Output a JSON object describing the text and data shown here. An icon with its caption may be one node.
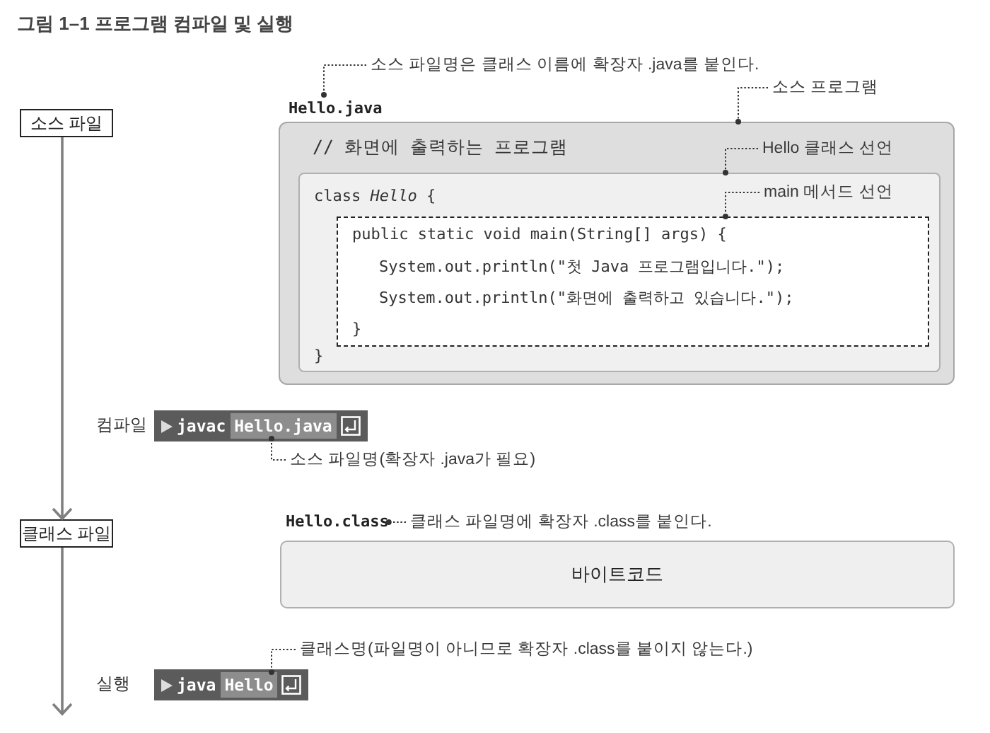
{
  "diagram": {
    "title": "그림 1–1 프로그램 컴파일 및 실행",
    "nodes": [
      {
        "text": [
          "소스 파일명은 클래스 이름에 확장자 .java를 붙인다."
        ]
      },
      {
        "text": [
          "소스 프로그램"
        ]
      },
      {
        "text": [
          "Hello.java"
        ]
      },
      {
        "text": [
          "소스 파일"
        ]
      },
      {
        "text": [
          "// 화면에 출력하는 프로그램"
        ]
      },
      {
        "text": [
          "Hello 클래스 선언"
        ],
        "in": 4
      },
      {
        "text": [
          "class *Hello* {",
          "}"
        ],
        "in": 4
      },
      {
        "text": [
          "main 메서드 선언"
        ],
        "in": 6
      },
      {
        "text": [
          "public static void main(String[] args) {",
          "System.out.println(\"첫 Java 프로그램입니다.\");",
          "System.out.println(\"화면에 출력하고 있습니다.\");",
          "}"
        ],
        "in": 6
      },
      {
        "text": [
          "javac"
        ],
        "beside": [
          "컴파일"
        ]
      },
      {
        "text": [
          "Hello.java"
        ],
        "in": 9
      },
      {
        "text": [
          "소스 파일명(확장자 .java가 필요)"
        ]
      },
      {
        "text": [
          "클래스 파일"
        ]
      },
      {
        "text": [
          "Hello.class"
        ]
      },
      {
        "text": [
          "클래스 파일명에 확장자 .class를 붙인다."
        ]
      },
      {
        "text": [
          "바이트코드"
        ]
      },
      {
        "text": [
          "클래스명(파일명이 아니므로 확장자 .class를 붙이지 않는다.)"
        ]
      },
      {
        "text": [
          "java"
        ],
        "beside": [
          "실행"
        ]
      },
      {
        "text": [
          "Hello"
        ],
        "in": 17
      }
    ],
    "edges": [
      {
        "from": 3,
        "to": 12,
        "arrow": "to",
        "color": "#808080"
      },
      {
        "from": 12,
        "to": null,
        "arrow": "to",
        "color": "#808080"
      },
      {
        "from": 0,
        "to": 2,
        "arrow": "other",
        "style": "dashed"
      },
      {
        "from": 1,
        "to": 4,
        "arrow": "other",
        "style": "dashed"
      },
      {
        "from": 5,
        "to": 6,
        "arrow": "other",
        "style": "dashed"
      },
      {
        "from": 7,
        "to": 8,
        "arrow": "other",
        "style": "dashed"
      },
      {
        "from": 11,
        "to": 10,
        "arrow": "other",
        "style": "dashed"
      },
      {
        "from": 14,
        "to": 13,
        "arrow": "other",
        "style": "dashed"
      },
      {
        "from": 16,
        "to": 18,
        "arrow": "other",
        "style": "dashed"
      }
    ]
  }
}
